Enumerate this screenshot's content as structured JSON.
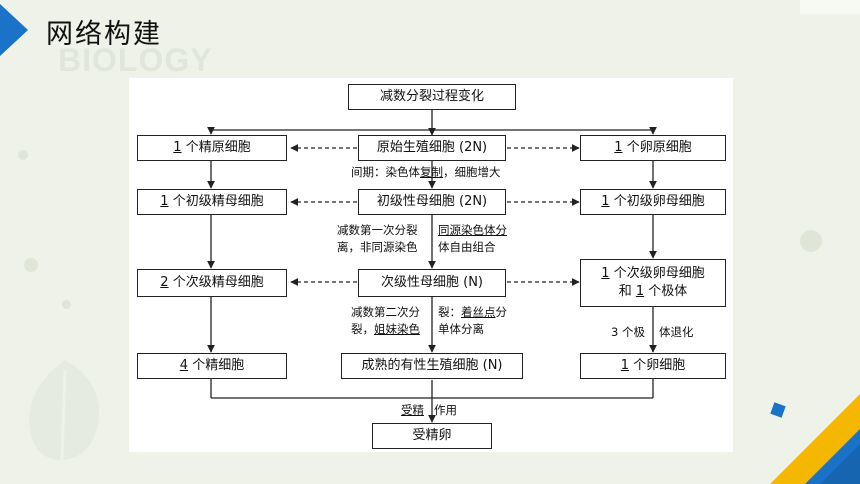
{
  "header": {
    "title": "网络构建",
    "watermark": "BIOLOGY"
  },
  "diagram": {
    "top": "减数分裂过程变化",
    "male": {
      "n1": "1",
      "s1": "个精原细胞",
      "n2": "1",
      "s2": "个初级精母细胞",
      "n3": "2",
      "s3": "个次级精母细胞",
      "n4": "4",
      "s4": "个精细胞"
    },
    "center": {
      "c1": "原始生殖细胞 (2N)",
      "c2": "初级性母细胞 (2N)",
      "c3": "次级性母细胞 (N)",
      "c4": "成熟的有性生殖细胞 (N)",
      "c5": "受精卵"
    },
    "female": {
      "n1": "1",
      "s1": "个卵原细胞",
      "n2": "1",
      "s2": "个初级卵母细胞",
      "l3a_n": "1",
      "l3a": "个次级卵母细胞",
      "l3b_a": "和",
      "l3b_n": "1",
      "l3b_b": "个极体",
      "n4": "1",
      "s4": "个卵细胞"
    },
    "labels": {
      "interphase_a": "间期：染色体",
      "interphase_b": "复制",
      "interphase_c": "，细胞增大",
      "m1_l1": "减数第一次分裂",
      "m1_l2": "离，非同源染色",
      "m1_r1": "同源染色体分",
      "m1_r2": "体自由组合",
      "m2_l1": "减数第二次分",
      "m2_l2a": "裂，",
      "m2_l2b": "姐妹染色",
      "m2_r1a": "裂：",
      "m2_r1b": "着丝点",
      "m2_r1c": "分",
      "m2_r2": "单体分离",
      "polar_a": "3 个极",
      "polar_b": "体退化",
      "fert_a": "受精",
      "fert_b": "作用"
    }
  }
}
